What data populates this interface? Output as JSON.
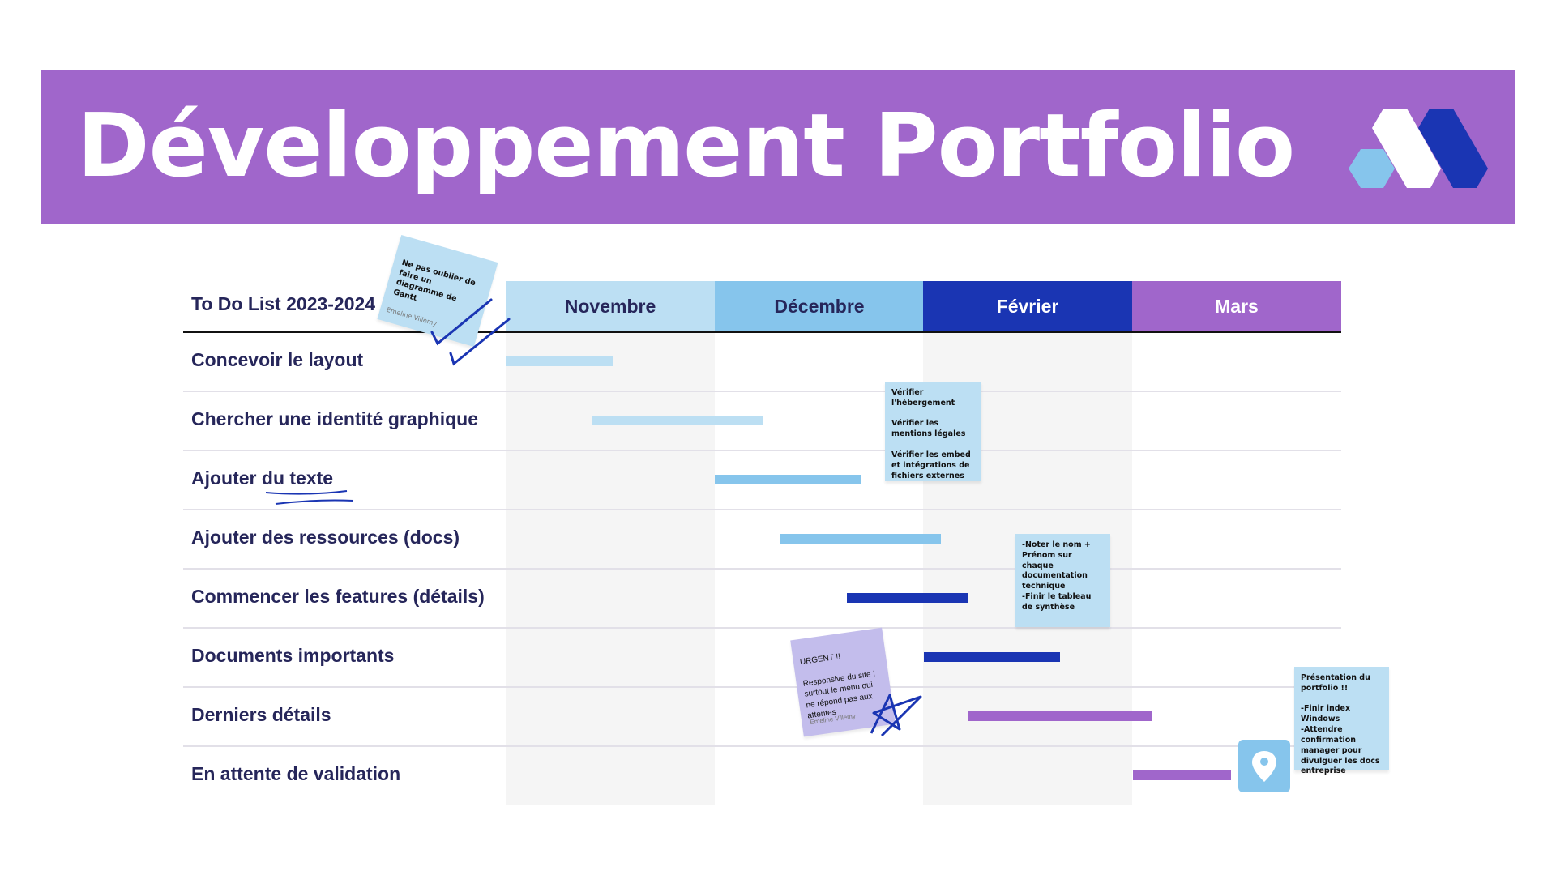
{
  "header": {
    "title": "Développement Portfolio",
    "logo": "hexagon-m-logo"
  },
  "gantt": {
    "corner_label": "To Do List 2023-2024",
    "months": [
      {
        "label": "Novembre",
        "color": "#bcdff3",
        "text": "#26265a"
      },
      {
        "label": "Décembre",
        "color": "#86c5ec",
        "text": "#26265a"
      },
      {
        "label": "Février",
        "color": "#1a35b3",
        "text": "#ffffff"
      },
      {
        "label": "Mars",
        "color": "#a066cb",
        "text": "#ffffff"
      }
    ],
    "tasks": [
      {
        "label": "Concevoir le layout",
        "start": 0.0,
        "end": 0.51,
        "color": "#bcdff3"
      },
      {
        "label": "Chercher une identité graphique",
        "start": 0.41,
        "end": 1.23,
        "color": "#bcdff3"
      },
      {
        "label": "Ajouter du texte",
        "start": 1.0,
        "end": 1.7,
        "color": "#86c5ec"
      },
      {
        "label": "Ajouter des ressources (docs)",
        "start": 1.31,
        "end": 2.08,
        "color": "#86c5ec"
      },
      {
        "label": "Commencer les features (détails)",
        "start": 1.63,
        "end": 2.21,
        "color": "#1a35b3"
      },
      {
        "label": "Documents importants",
        "start": 2.0,
        "end": 2.65,
        "color": "#1a35b3"
      },
      {
        "label": "Derniers détails",
        "start": 2.21,
        "end": 3.09,
        "color": "#a066cb"
      },
      {
        "label": "En attente de validation",
        "start": 3.0,
        "end": 3.47,
        "color": "#a066cb"
      }
    ]
  },
  "notes": {
    "gantt_reminder": {
      "text": "Ne pas oublier de faire un diagramme de Gantt",
      "signature": "Emeline Villemy"
    },
    "verifications": {
      "text": "Vérifier l'hébergement\n\nVérifier les mentions légales\n\nVérifier les embed et intégrations de fichiers externes"
    },
    "documentation": {
      "text": "-Noter le nom + Prénom sur chaque documentation technique\n-Finir le tableau de synthèse"
    },
    "urgent": {
      "text": "URGENT !!\n\nResponsive du site ! surtout le menu qui ne répond pas aux attentes",
      "signature": "Emeline Villemy"
    },
    "presentation": {
      "text": "Présentation du portfolio !!\n\n-Finir index Windows\n-Attendre confirmation manager pour divulguer les docs entreprise"
    }
  }
}
